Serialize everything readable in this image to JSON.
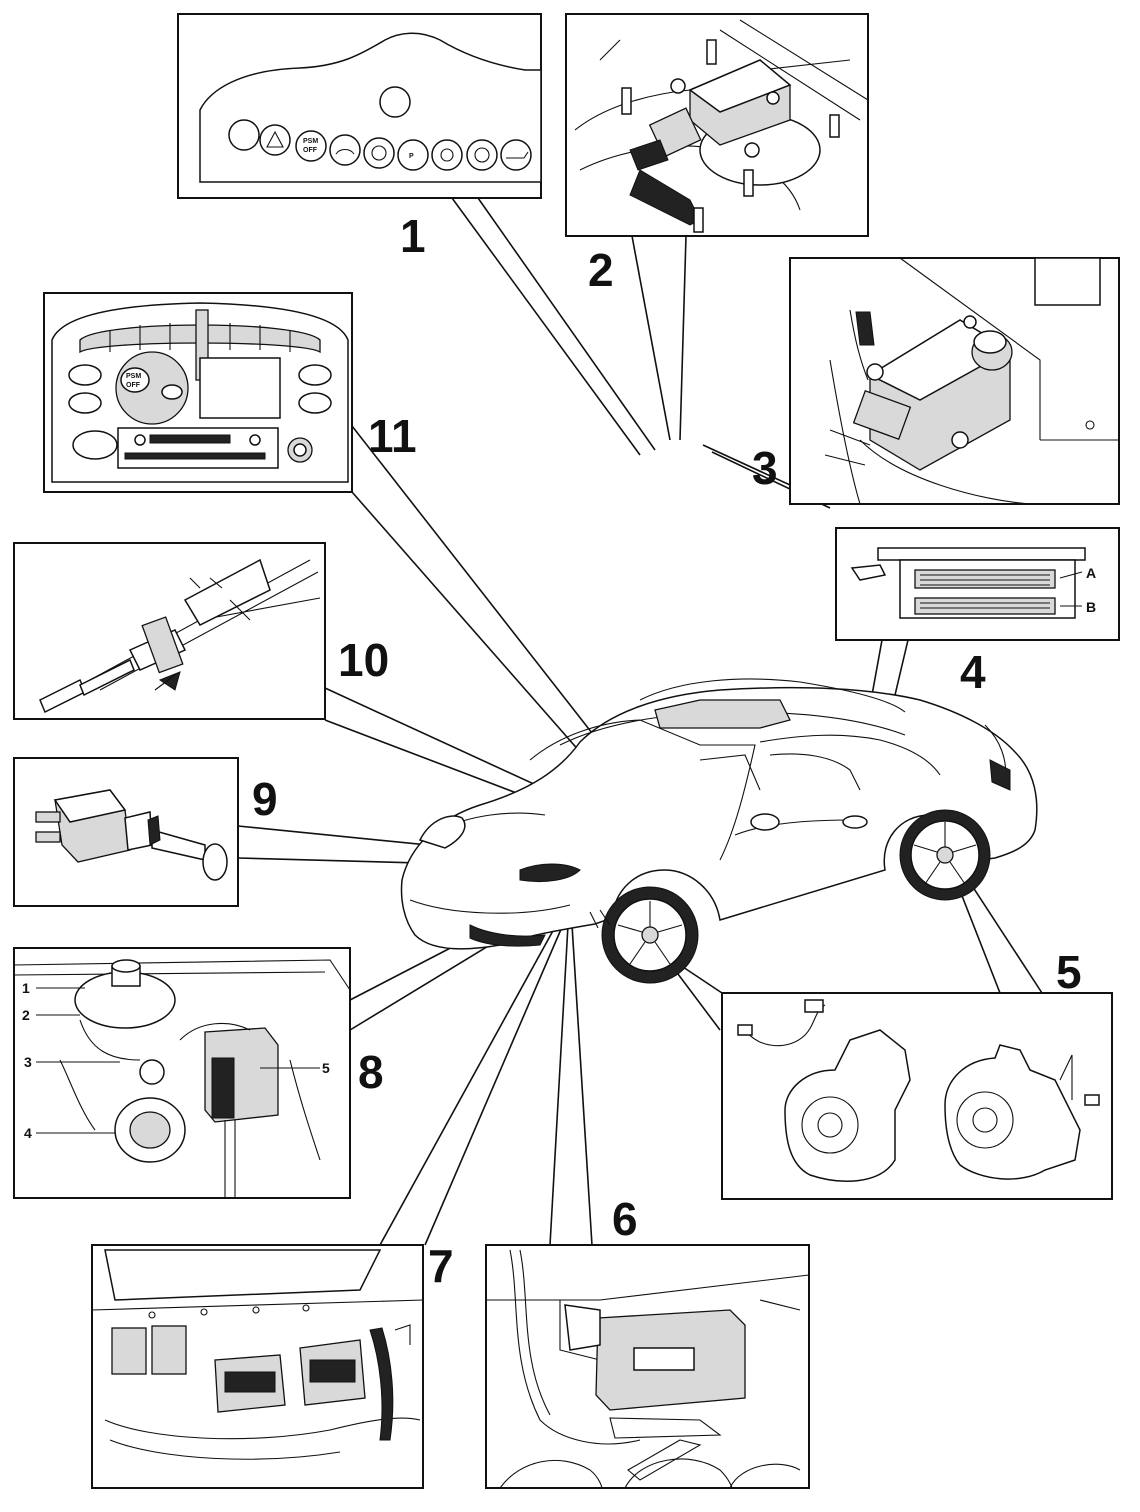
{
  "callouts": {
    "c1": "1",
    "c2": "2",
    "c3": "3",
    "c4": "4",
    "c5": "5",
    "c6": "6",
    "c7": "7",
    "c8": "8",
    "c9": "9",
    "c10": "10",
    "c11": "11"
  },
  "panel4": {
    "label_a": "A",
    "label_b": "B"
  },
  "panel8": {
    "n1": "1",
    "n2": "2",
    "n3": "3",
    "n4": "4",
    "n5": "5"
  },
  "psm_text": {
    "line1": "PSM",
    "line2": "OFF"
  }
}
